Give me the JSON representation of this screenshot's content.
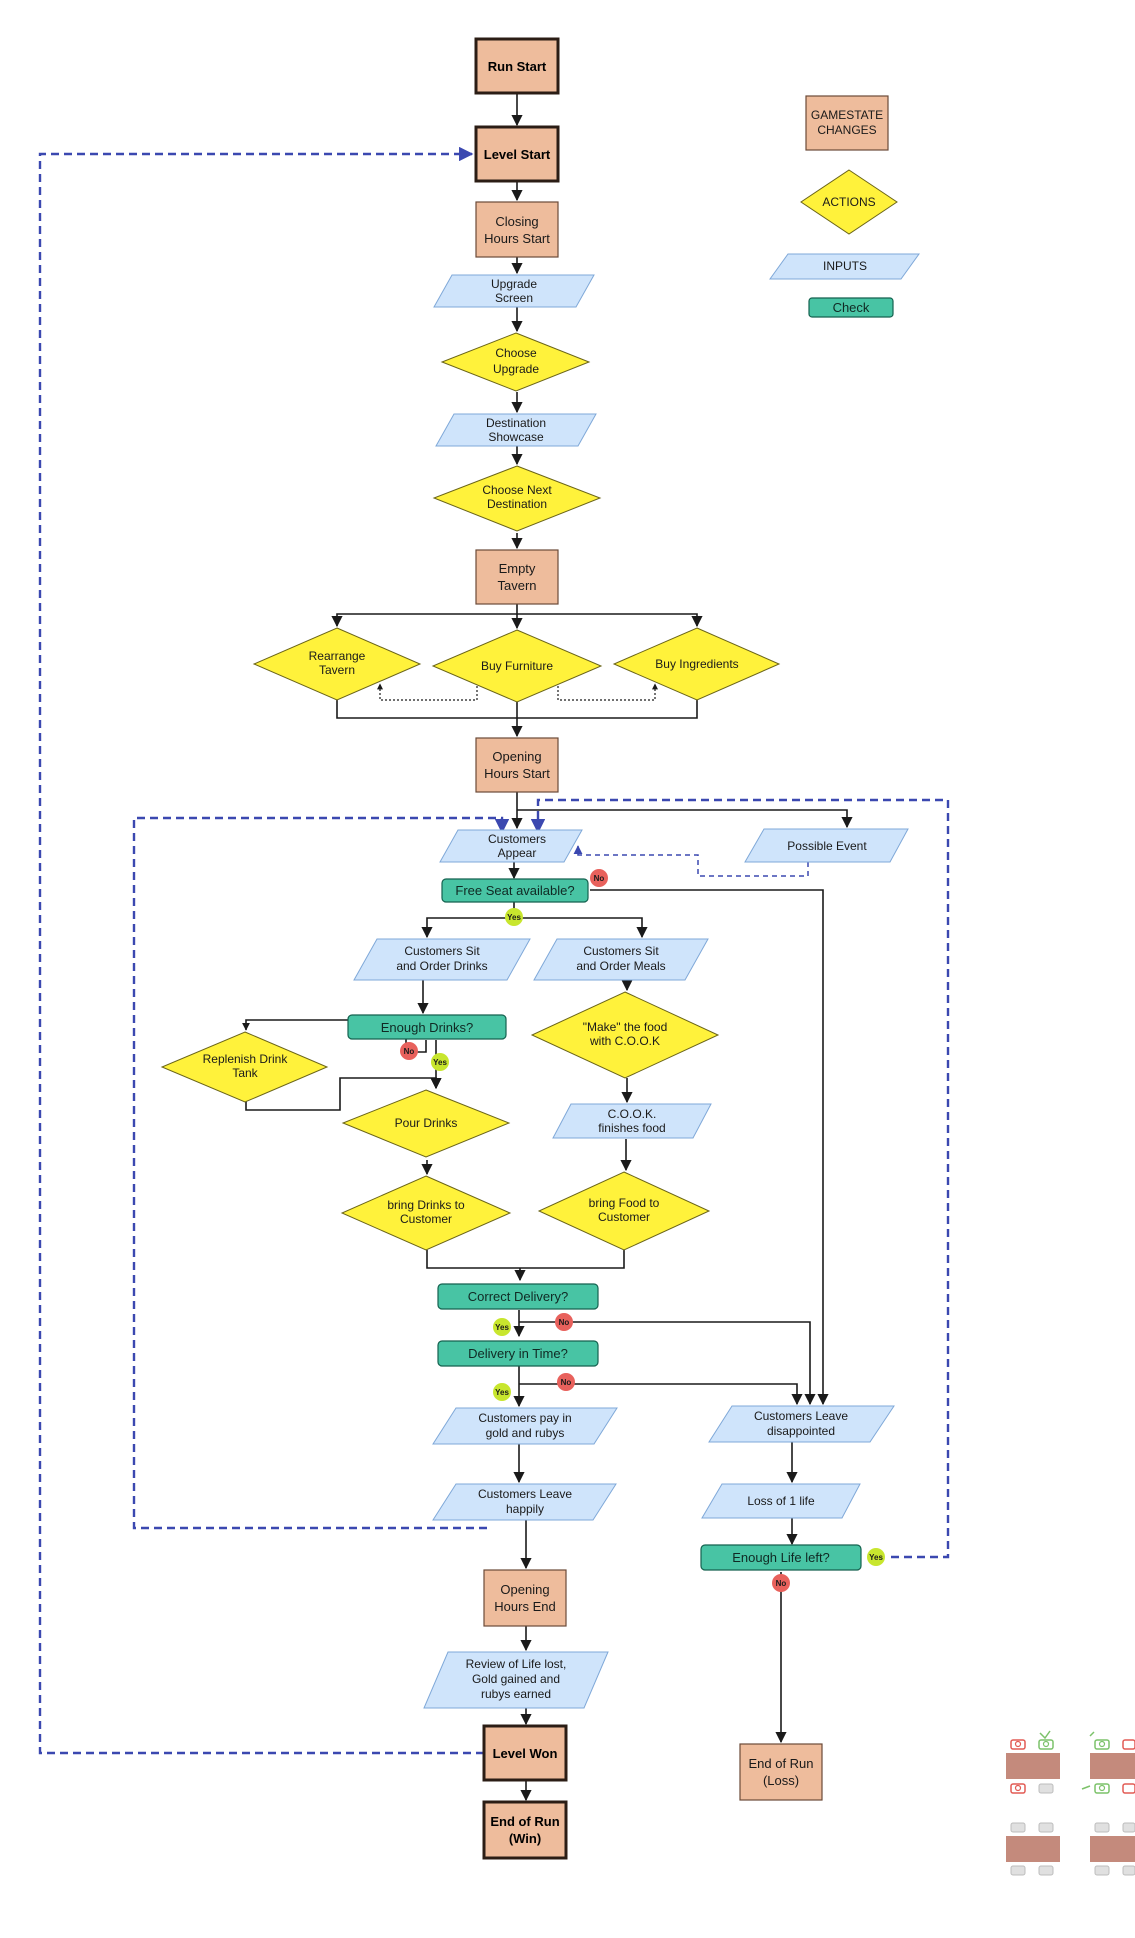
{
  "legend": {
    "gamestate": [
      "GAMESTATE",
      "CHANGES"
    ],
    "actions": "ACTIONS",
    "inputs": "INPUTS",
    "check": "Check"
  },
  "nodes": {
    "run_start": "Run Start",
    "level_start": "Level Start",
    "closing_hours_start": [
      "Closing",
      "Hours Start"
    ],
    "upgrade_screen": [
      "Upgrade",
      "Screen"
    ],
    "choose_upgrade": [
      "Choose",
      "Upgrade"
    ],
    "destination_showcase": [
      "Destination",
      "Showcase"
    ],
    "choose_next_destination": [
      "Choose Next",
      "Destination"
    ],
    "empty_tavern": [
      "Empty",
      "Tavern"
    ],
    "rearrange_tavern": [
      "Rearrange",
      "Tavern"
    ],
    "buy_furniture": "Buy Furniture",
    "buy_ingredients": "Buy Ingredients",
    "opening_hours_start": [
      "Opening",
      "Hours Start"
    ],
    "customers_appear": [
      "Customers",
      "Appear"
    ],
    "possible_event": "Possible Event",
    "free_seat": "Free Seat available?",
    "sit_order_drinks": [
      "Customers Sit",
      "and Order Drinks"
    ],
    "sit_order_meals": [
      "Customers Sit",
      "and Order Meals"
    ],
    "enough_drinks": "Enough Drinks?",
    "replenish": [
      "Replenish Drink",
      "Tank"
    ],
    "pour_drinks": "Pour Drinks",
    "make_food": [
      "\"Make\" the food",
      "with C.O.O.K"
    ],
    "cook_finishes": [
      "C.O.O.K.",
      "finishes food"
    ],
    "bring_drinks": [
      "bring Drinks to",
      "Customer"
    ],
    "bring_food": [
      "bring Food to",
      "Customer"
    ],
    "correct_delivery": "Correct Delivery?",
    "delivery_in_time": "Delivery in Time?",
    "customers_pay": [
      "Customers pay in",
      "gold and rubys"
    ],
    "leave_disappointed": [
      "Customers Leave",
      "disappointed"
    ],
    "leave_happily": [
      "Customers Leave",
      "happily"
    ],
    "loss_of_life": "Loss of 1 life",
    "enough_life": "Enough Life left?",
    "opening_hours_end": [
      "Opening",
      "Hours End"
    ],
    "review": [
      "Review of Life lost,",
      "Gold gained and",
      "rubys earned"
    ],
    "level_won": "Level Won",
    "end_run_win": [
      "End of Run",
      "(Win)"
    ],
    "end_run_loss": [
      "End of Run",
      "(Loss)"
    ]
  },
  "badges": {
    "yes": "Yes",
    "no": "No"
  },
  "colors": {
    "gamestate": "#eebc9c",
    "action": "#fff23b",
    "input": "#cfe4fb",
    "check": "#48c4a4",
    "yes": "#c8e62e",
    "no": "#e8615c",
    "dashed_loop": "#3b48b0"
  }
}
